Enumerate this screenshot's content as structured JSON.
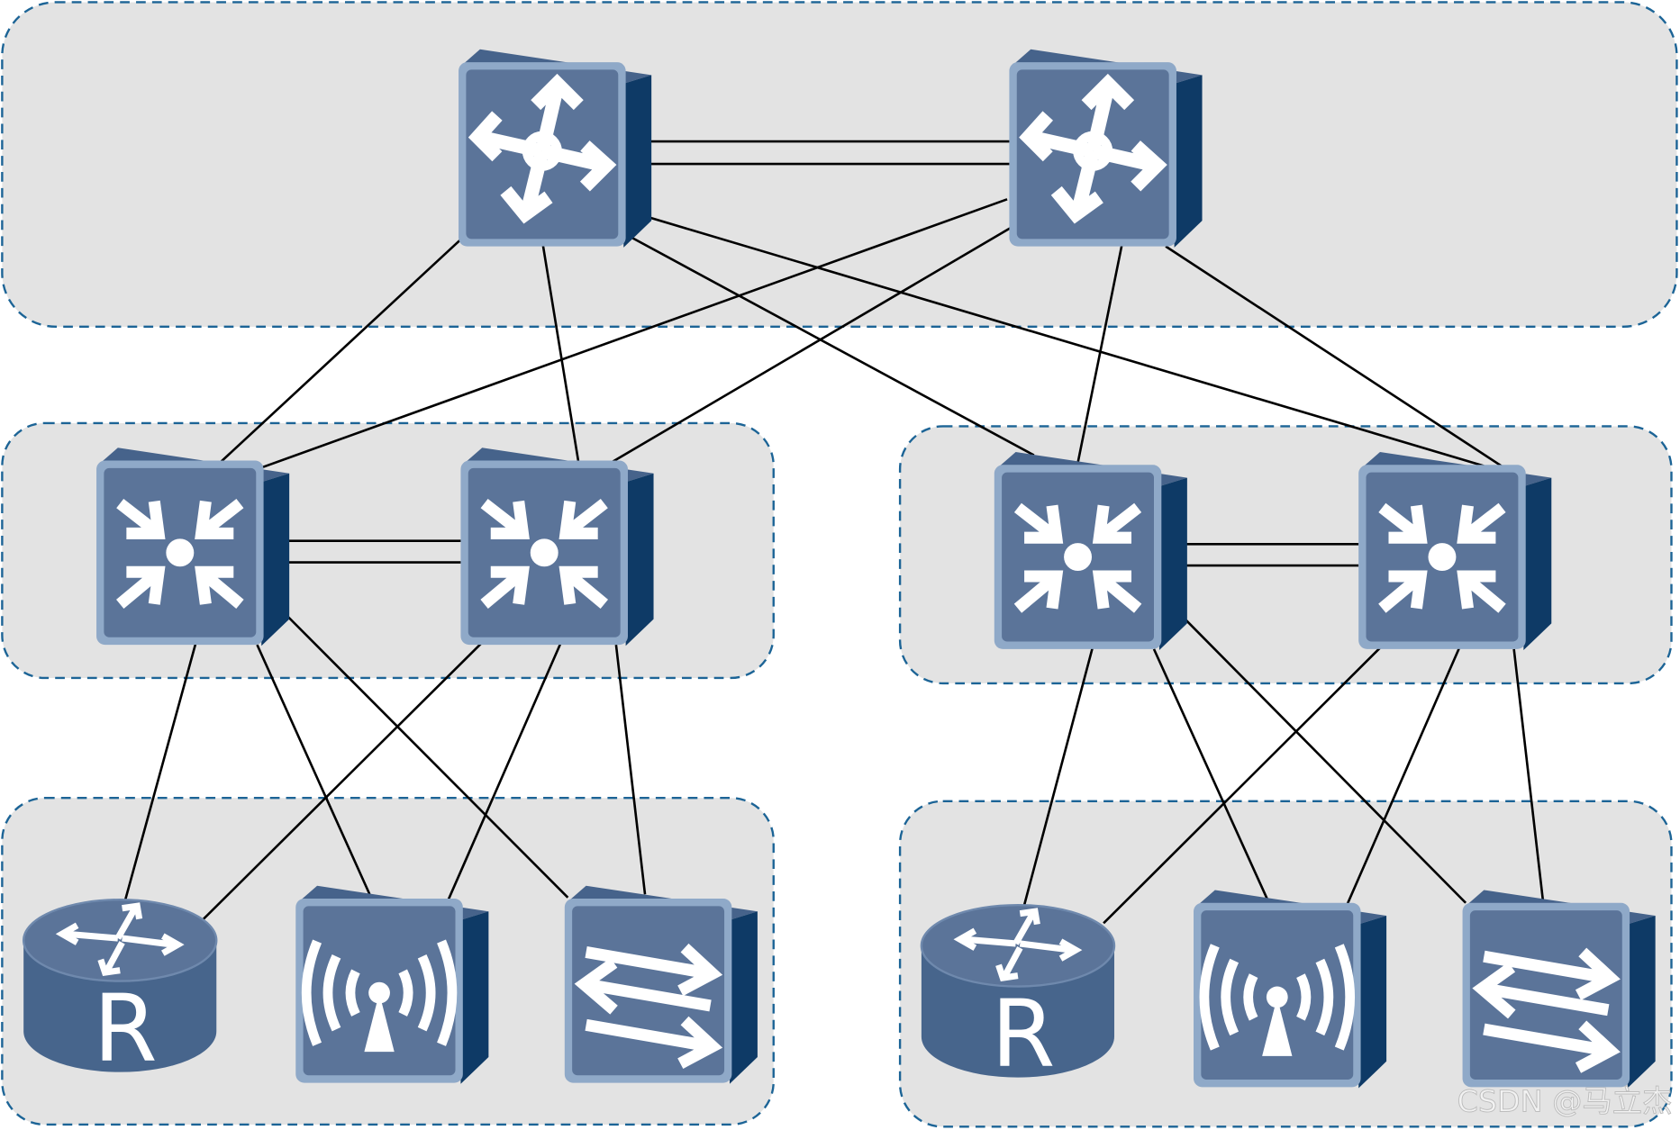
{
  "diagram": {
    "colors": {
      "device_face": "#5b7499",
      "device_border": "#8fa9c8",
      "device_top": "#46638b",
      "device_side": "#0e3a66",
      "zone_fill": "#e3e3e3",
      "zone_border": "#1c6496",
      "link": "#000000"
    },
    "zones": [
      "core-zone",
      "aggregation-left-zone",
      "aggregation-right-zone",
      "access-left-zone",
      "access-right-zone"
    ],
    "devices": [
      {
        "id": "core-1",
        "icon": "core-switch-icon"
      },
      {
        "id": "core-2",
        "icon": "core-switch-icon"
      },
      {
        "id": "agg-l1",
        "icon": "aggregation-switch-icon"
      },
      {
        "id": "agg-l2",
        "icon": "aggregation-switch-icon"
      },
      {
        "id": "agg-r1",
        "icon": "aggregation-switch-icon"
      },
      {
        "id": "agg-r2",
        "icon": "aggregation-switch-icon"
      },
      {
        "id": "router-l",
        "icon": "router-icon",
        "label": "R"
      },
      {
        "id": "ap-l",
        "icon": "wireless-ap-icon"
      },
      {
        "id": "switch-l",
        "icon": "access-switch-icon"
      },
      {
        "id": "router-r",
        "icon": "router-icon",
        "label": "R"
      },
      {
        "id": "ap-r",
        "icon": "wireless-ap-icon"
      },
      {
        "id": "switch-r",
        "icon": "access-switch-icon"
      }
    ],
    "links": [
      [
        "core-1",
        "core-2"
      ],
      [
        "core-1",
        "core-2"
      ],
      [
        "core-1",
        "agg-l1"
      ],
      [
        "core-1",
        "agg-l2"
      ],
      [
        "core-1",
        "agg-r1"
      ],
      [
        "core-1",
        "agg-r2"
      ],
      [
        "core-2",
        "agg-l1"
      ],
      [
        "core-2",
        "agg-l2"
      ],
      [
        "core-2",
        "agg-r1"
      ],
      [
        "core-2",
        "agg-r2"
      ],
      [
        "agg-l1",
        "agg-l2"
      ],
      [
        "agg-l1",
        "agg-l2"
      ],
      [
        "agg-r1",
        "agg-r2"
      ],
      [
        "agg-r1",
        "agg-r2"
      ],
      [
        "agg-l1",
        "router-l"
      ],
      [
        "agg-l1",
        "ap-l"
      ],
      [
        "agg-l1",
        "switch-l"
      ],
      [
        "agg-l2",
        "router-l"
      ],
      [
        "agg-l2",
        "ap-l"
      ],
      [
        "agg-l2",
        "switch-l"
      ],
      [
        "agg-r1",
        "router-r"
      ],
      [
        "agg-r1",
        "ap-r"
      ],
      [
        "agg-r1",
        "switch-r"
      ],
      [
        "agg-r2",
        "router-r"
      ],
      [
        "agg-r2",
        "ap-r"
      ],
      [
        "agg-r2",
        "switch-r"
      ]
    ]
  },
  "watermark": "CSDN @马立杰"
}
